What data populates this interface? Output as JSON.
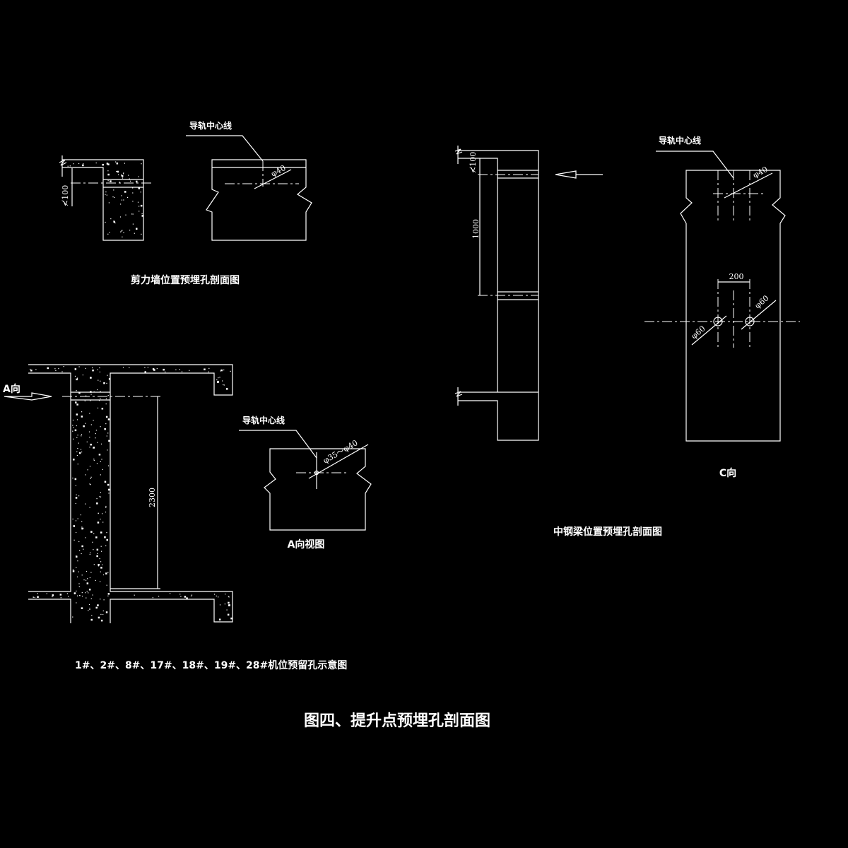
{
  "title": "图四、提升点预埋孔剖面图",
  "shear_wall": {
    "caption": "剪力墙位置预埋孔剖面图",
    "rail_label": "导轨中心线",
    "hole_dia": "φ40",
    "min_dim": "≮100"
  },
  "steel_beam": {
    "caption": "中钢梁位置预埋孔剖面图",
    "min_dim": "≮100",
    "spacing_dim": "1000",
    "c_view": {
      "caption": "C向",
      "rail_label": "导轨中心线",
      "hole_dia_top": "φ40",
      "hole_spacing": "200",
      "hole_dia_left": "φ60",
      "hole_dia_right": "φ60"
    }
  },
  "machine_positions": {
    "caption": "1#、2#、8#、17#、18#、19#、28#机位预留孔示意图",
    "direction_label": "A向",
    "height_dim": "2300",
    "a_view": {
      "caption": "A向视图",
      "rail_label": "导轨中心线",
      "hole_dia": "φ35～φ40"
    }
  },
  "colors": {
    "background": "#000000",
    "line": "#ffffff"
  }
}
